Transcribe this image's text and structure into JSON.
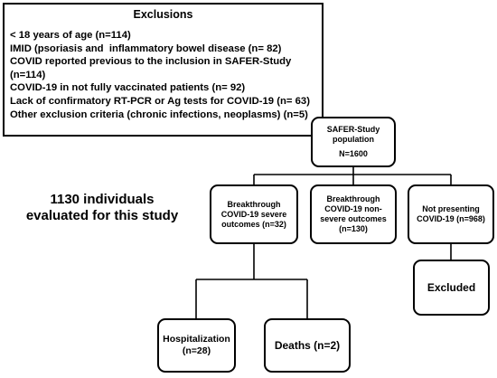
{
  "exclusions": {
    "title": "Exclusions",
    "items": [
      "< 18 years of age (n=114)",
      "IMID (psoriasis and  inflammatory bowel disease (n= 82)",
      "COVID reported previous to the inclusion in SAFER-Study (n=114)",
      "COVID-19 in not fully vaccinated patients (n= 92)",
      "Lack of confirmatory RT-PCR or Ag tests for COVID-19 (n= 63)",
      "Other exclusion criteria (chronic infections, neoplasms) (n=5)"
    ]
  },
  "evaluated_text": "1130 individuals evaluated for this study",
  "nodes": {
    "population": {
      "line1": "SAFER-Study population",
      "line2": "N=1600"
    },
    "severe": "Breakthrough COVID-19 severe outcomes (n=32)",
    "nonsevere": "Breakthrough COVID-19 non-severe outcomes (n=130)",
    "notpresenting": "Not presenting COVID-19 (n=968)",
    "excluded": "Excluded",
    "hospitalization": "Hospitalization (n=28)",
    "deaths": "Deaths (n=2)"
  }
}
